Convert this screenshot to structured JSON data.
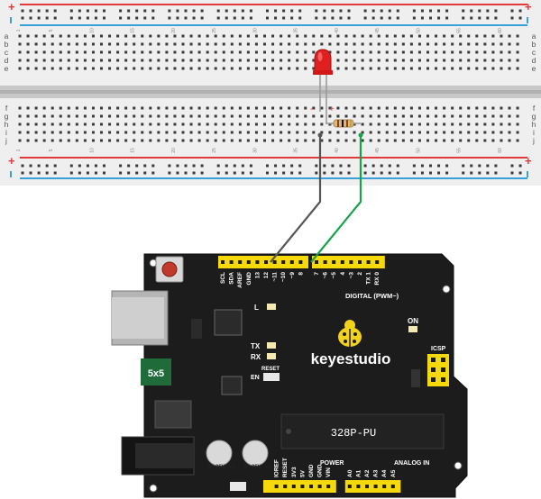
{
  "breadboard": {
    "rows_top": [
      "a",
      "b",
      "c",
      "d",
      "e"
    ],
    "rows_bottom": [
      "f",
      "g",
      "h",
      "i",
      "j"
    ],
    "rail_plus": "+",
    "rail_minus": "-",
    "column_numbers": [
      "1",
      "5",
      "10",
      "15",
      "20",
      "25",
      "30",
      "35",
      "40",
      "45",
      "50",
      "55",
      "60"
    ]
  },
  "components": {
    "led_minus": "-",
    "led_plus": "+"
  },
  "board": {
    "brand": "keyestudio",
    "chip": "328P-PU",
    "fuse": "5x5",
    "header_top_labels": [
      "SCL",
      "SDA",
      "AREF",
      "GND",
      "13",
      "12",
      "~11",
      "~10",
      "~9",
      "8",
      "7",
      "~6",
      "~5",
      "4",
      "~3",
      "2",
      "TX 1",
      "RX 0"
    ],
    "digital_label": "DIGITAL (PWM~)",
    "power_label": "POWER",
    "analog_label": "ANALOG IN",
    "header_bottom_power": [
      "IOREF",
      "RESET",
      "3V3",
      "5V",
      "GND",
      "GND",
      "VIN"
    ],
    "header_bottom_analog": [
      "A0",
      "A1",
      "A2",
      "A3",
      "A4",
      "A5"
    ],
    "led_l": "L",
    "led_tx": "TX",
    "led_rx": "RX",
    "led_on": "ON",
    "reset_label": "RESET",
    "en_label": "EN",
    "icsp_label": "ICSP",
    "cap_lines": [
      "47",
      "25V",
      "VT"
    ]
  }
}
